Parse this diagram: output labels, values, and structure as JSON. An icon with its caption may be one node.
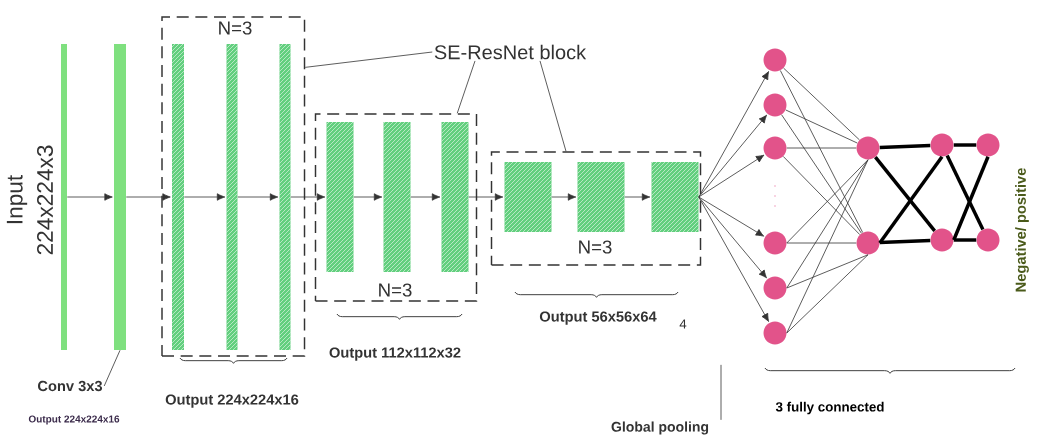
{
  "diagram": {
    "nodes": [
      {
        "text": [],
        "shape": "bar",
        "beside": [
          "Input",
          "224x224x3"
        ]
      },
      {
        "text": [],
        "shape": "bar"
      },
      {
        "text": [
          "N=3"
        ]
      },
      {
        "text": [],
        "shape": "bar",
        "in": 2
      },
      {
        "text": [],
        "shape": "bar",
        "in": 2
      },
      {
        "text": [],
        "shape": "bar",
        "in": 2
      },
      {
        "text": [
          "N=3"
        ]
      },
      {
        "text": [],
        "shape": "bar",
        "in": 6
      },
      {
        "text": [],
        "shape": "bar",
        "in": 6
      },
      {
        "text": [],
        "shape": "bar",
        "in": 6
      },
      {
        "text": [
          "N=3"
        ]
      },
      {
        "text": [],
        "shape": "box",
        "in": 10
      },
      {
        "text": [],
        "shape": "box",
        "in": 10
      },
      {
        "text": [],
        "shape": "box",
        "in": 10
      },
      {
        "text": [
          "SE-ResNet block"
        ]
      },
      {
        "text": [
          "Global pooling"
        ]
      },
      {
        "text": [
          "Conv 3x3"
        ]
      },
      {
        "text": [],
        "shape": "circle"
      },
      {
        "text": [],
        "shape": "circle"
      },
      {
        "text": [],
        "shape": "circle"
      },
      {
        "text": [],
        "shape": "circle"
      },
      {
        "text": [],
        "shape": "circle"
      },
      {
        "text": [],
        "shape": "circle"
      },
      {
        "text": [],
        "shape": "circle"
      },
      {
        "text": [],
        "shape": "circle"
      },
      {
        "text": [],
        "shape": "circle"
      },
      {
        "text": [],
        "shape": "circle"
      },
      {
        "text": [],
        "shape": "circle"
      },
      {
        "text": [],
        "shape": "circle"
      }
    ],
    "edges": [
      {
        "from": 0,
        "to": 1,
        "arrow": "to"
      },
      {
        "from": 1,
        "to": 3,
        "arrow": "to"
      },
      {
        "from": 3,
        "to": 4,
        "arrow": "to"
      },
      {
        "from": 4,
        "to": 5,
        "arrow": "to"
      },
      {
        "from": 5,
        "to": 7,
        "arrow": "to"
      },
      {
        "from": 7,
        "to": 8,
        "arrow": "to"
      },
      {
        "from": 8,
        "to": 9,
        "arrow": "to"
      },
      {
        "from": 9,
        "to": 11,
        "arrow": "to"
      },
      {
        "from": 11,
        "to": 12,
        "arrow": "to"
      },
      {
        "from": 12,
        "to": 13,
        "arrow": "to"
      },
      {
        "from": 14,
        "to": 2,
        "arrow": "none"
      },
      {
        "from": 14,
        "to": 6,
        "arrow": "none"
      },
      {
        "from": 14,
        "to": 10,
        "arrow": "none"
      },
      {
        "from": 15,
        "to": null,
        "arrow": "none"
      },
      {
        "from": 16,
        "to": 1,
        "arrow": "none"
      },
      {
        "from": 13,
        "to": 17,
        "arrow": "to"
      },
      {
        "from": 13,
        "to": 18,
        "arrow": "to"
      },
      {
        "from": 13,
        "to": 19,
        "arrow": "to"
      },
      {
        "from": 13,
        "to": 20,
        "arrow": "to"
      },
      {
        "from": 13,
        "to": 21,
        "arrow": "to"
      },
      {
        "from": 13,
        "to": 22,
        "arrow": "to"
      },
      {
        "from": 17,
        "to": 23,
        "arrow": "none"
      },
      {
        "from": 17,
        "to": 24,
        "arrow": "none"
      },
      {
        "from": 18,
        "to": 23,
        "arrow": "none"
      },
      {
        "from": 18,
        "to": 24,
        "arrow": "none"
      },
      {
        "from": 19,
        "to": 23,
        "arrow": "none"
      },
      {
        "from": 19,
        "to": 24,
        "arrow": "none"
      },
      {
        "from": 20,
        "to": 23,
        "arrow": "none"
      },
      {
        "from": 20,
        "to": 24,
        "arrow": "none"
      },
      {
        "from": 21,
        "to": 23,
        "arrow": "none"
      },
      {
        "from": 21,
        "to": 24,
        "arrow": "none"
      },
      {
        "from": 22,
        "to": 23,
        "arrow": "none"
      },
      {
        "from": 22,
        "to": 24,
        "arrow": "none"
      },
      {
        "from": 23,
        "to": 25,
        "arrow": "none",
        "style": "thick"
      },
      {
        "from": 24,
        "to": 26,
        "arrow": "none",
        "style": "thick"
      },
      {
        "from": 23,
        "to": 26,
        "arrow": "none",
        "style": "thick"
      },
      {
        "from": 24,
        "to": 25,
        "arrow": "none",
        "style": "thick"
      },
      {
        "from": 25,
        "to": 27,
        "arrow": "none",
        "style": "thick"
      },
      {
        "from": 26,
        "to": 28,
        "arrow": "none",
        "style": "thick"
      },
      {
        "from": 25,
        "to": 28,
        "arrow": "none",
        "style": "thick"
      },
      {
        "from": 26,
        "to": 27,
        "arrow": "none",
        "style": "thick"
      }
    ],
    "labels": [
      "Negative/ positive",
      "Output 56x56x64",
      "4",
      "Output 112x112x32",
      "Output 224x224x16",
      "3 fully connected",
      "Output 224x224x16"
    ]
  }
}
